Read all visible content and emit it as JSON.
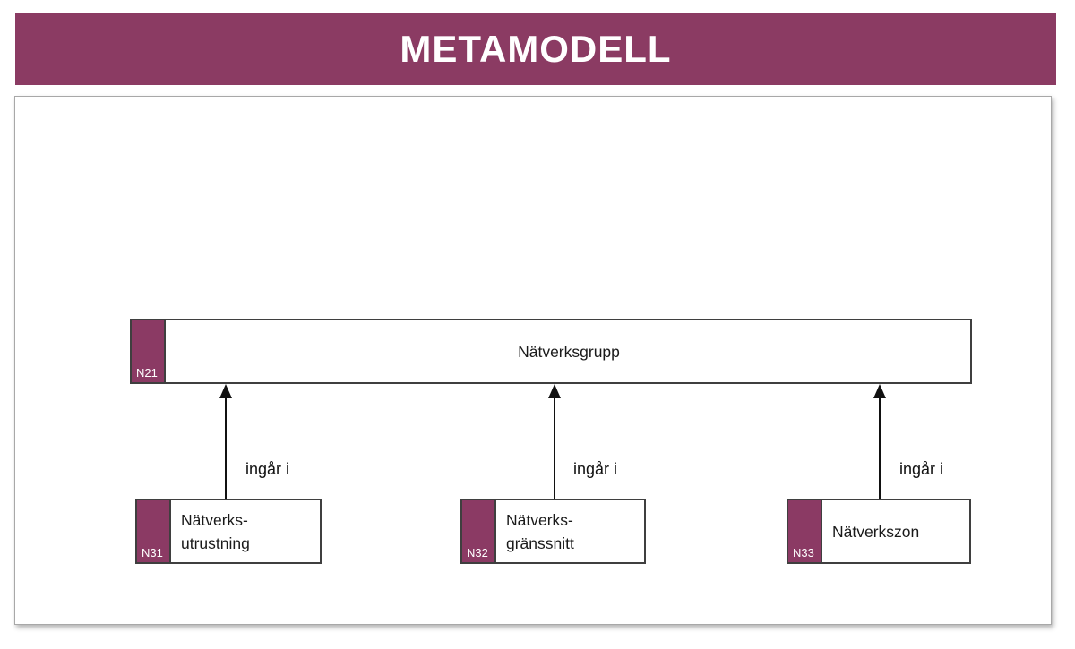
{
  "header": {
    "title": "METAMODELL",
    "bg_color": "#8B3B63",
    "text_color": "#FFFFFF"
  },
  "diagram": {
    "accent_color": "#8B3A64",
    "box_border_color": "#3F3F3F",
    "parent": {
      "id": "N21",
      "label": "Nätverksgrupp"
    },
    "children": [
      {
        "id": "N31",
        "label_lines": [
          "Nätverks-",
          "utrustning"
        ],
        "relation": "ingår i"
      },
      {
        "id": "N32",
        "label_lines": [
          "Nätverks-",
          "gränssnitt"
        ],
        "relation": "ingår i"
      },
      {
        "id": "N33",
        "label_lines": [
          "Nätverkszon"
        ],
        "relation": "ingår i"
      }
    ]
  }
}
